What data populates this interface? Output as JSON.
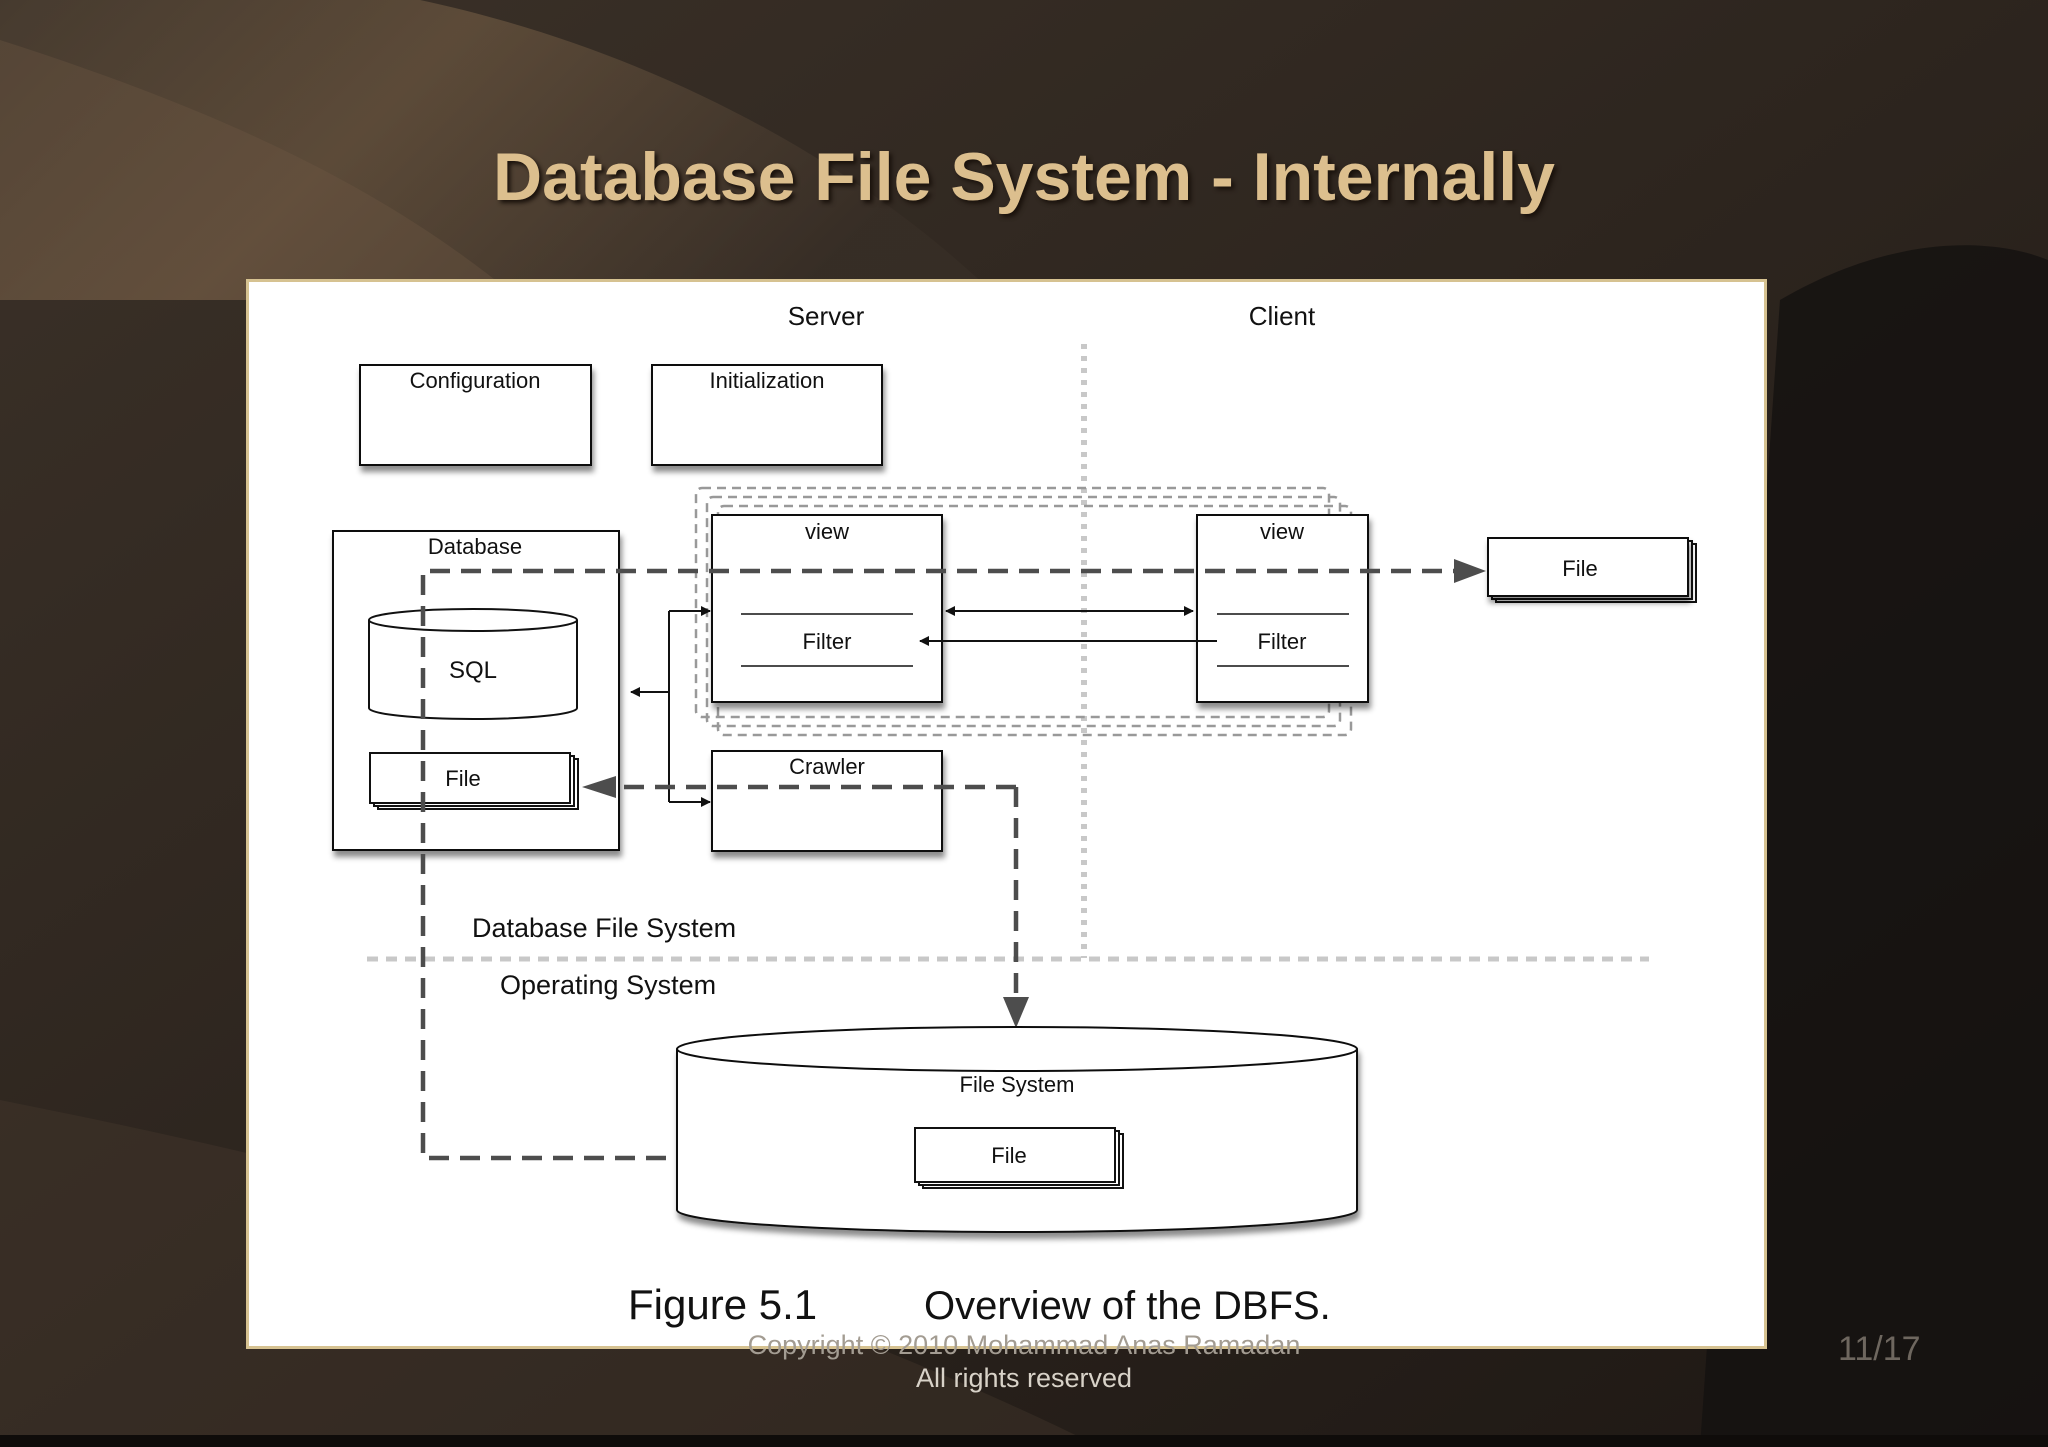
{
  "slide": {
    "title": "Database File System - Internally",
    "copyright": "Copyright © 2010 Mohammad Anas Ramadan",
    "rights": "All rights reserved",
    "page_number": "11/17"
  },
  "diagram": {
    "header_server": "Server",
    "header_client": "Client",
    "configuration": "Configuration",
    "initialization": "Initialization",
    "database": "Database",
    "sql": "SQL",
    "db_file": "File",
    "server_view": "view",
    "server_filter": "Filter",
    "client_view": "view",
    "client_filter": "Filter",
    "client_file": "File",
    "crawler": "Crawler",
    "layer_dbfs": "Database File System",
    "layer_os": "Operating System",
    "file_system": "File System",
    "fs_file": "File",
    "caption_label": "Figure 5.1",
    "caption_text": "Overview of the DBFS."
  },
  "colors": {
    "title": "#dcbf8e",
    "frame_border": "#d6c291",
    "background_dark": "#2a221c"
  }
}
